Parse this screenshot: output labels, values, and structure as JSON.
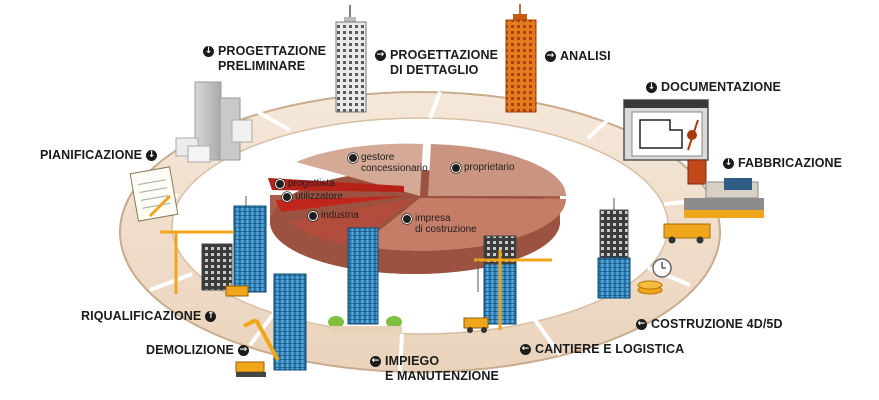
{
  "phases": [
    {
      "id": "pianificazione",
      "label": "PIANIFICAZIONE",
      "icon": "arrow-down-icon"
    },
    {
      "id": "progettazione-preliminare",
      "label": [
        "PROGETTAZIONE",
        "PRELIMINARE"
      ],
      "icon": "arrow-down-icon"
    },
    {
      "id": "progettazione-dettaglio",
      "label": [
        "PROGETTAZIONE",
        "DI DETTAGLIO"
      ],
      "icon": "arrow-right-icon"
    },
    {
      "id": "analisi",
      "label": "ANALISI",
      "icon": "arrow-right-icon"
    },
    {
      "id": "documentazione",
      "label": "DOCUMENTAZIONE",
      "icon": "arrow-down-icon"
    },
    {
      "id": "fabbricazione",
      "label": "FABBRICAZIONE",
      "icon": "arrow-down-icon"
    },
    {
      "id": "costruzione",
      "label": "COSTRUZIONE 4D/5D",
      "icon": "arrow-left-icon"
    },
    {
      "id": "cantiere",
      "label": "CANTIERE E LOGISTICA",
      "icon": "arrow-left-icon"
    },
    {
      "id": "impiego",
      "label": [
        "IMPIEGO",
        "E MANUTENZIONE"
      ],
      "icon": "arrow-left-icon"
    },
    {
      "id": "demolizione",
      "label": "DEMOLIZIONE",
      "icon": "arrow-right-icon"
    },
    {
      "id": "riqualificazione",
      "label": "RIQUALIFICAZIONE",
      "icon": "arrow-up-icon"
    }
  ],
  "stakeholders": [
    {
      "id": "gestore",
      "label": [
        "gestore",
        "concessionario"
      ],
      "color": "#c89a86"
    },
    {
      "id": "proprietario",
      "label": [
        "proprietario"
      ],
      "color": "#c99580"
    },
    {
      "id": "impresa",
      "label": [
        "impresa",
        "di costruzione"
      ],
      "color": "#c88370"
    },
    {
      "id": "industria",
      "label": [
        "industria"
      ],
      "color": "#b94e40"
    },
    {
      "id": "utilizzatore",
      "label": [
        "utilizzatore"
      ],
      "color": "#c8271d"
    },
    {
      "id": "progettista",
      "label": [
        "progettista"
      ],
      "color": "#dd2a1e"
    }
  ],
  "colors": {
    "ring_fill": "#f0e0cf",
    "ring_edge": "#c9ab8d",
    "pie_base": "#b97a66",
    "glass": "#2a7fb6",
    "crane": "#f0a61a",
    "tower_orange": "#e07a1c"
  }
}
